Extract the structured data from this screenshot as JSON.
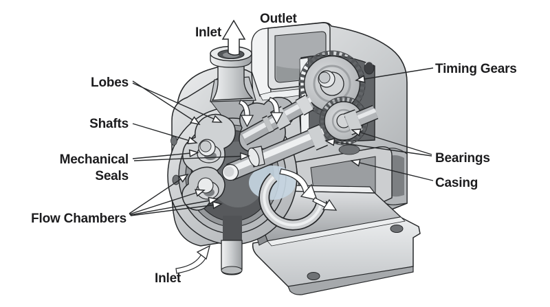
{
  "diagram": {
    "type": "cutaway-illustration",
    "subject": "Rotary lobe pump cutaway diagram",
    "labels": {
      "inlet_top": "Inlet",
      "outlet": "Outlet",
      "lobes": "Lobes",
      "shafts": "Shafts",
      "mechanical_seals_line1": "Mechanical",
      "mechanical_seals_line2": "Seals",
      "flow_chambers": "Flow Chambers",
      "timing_gears": "Timing Gears",
      "bearings": "Bearings",
      "casing": "Casing",
      "inlet_bottom": "Inlet"
    },
    "colors": {
      "background": "#ffffff",
      "line": "#26282a",
      "metal_light": "#e9ebec",
      "metal_mid": "#c6c9cb",
      "metal_dark": "#8e9194",
      "gear_recess": "#626568",
      "chamber_interior": "#57595c",
      "fluid_tint": "#c7d6e2",
      "label_text": "#1c1c1e",
      "flow_arrow_fill": "#ffffff"
    }
  }
}
